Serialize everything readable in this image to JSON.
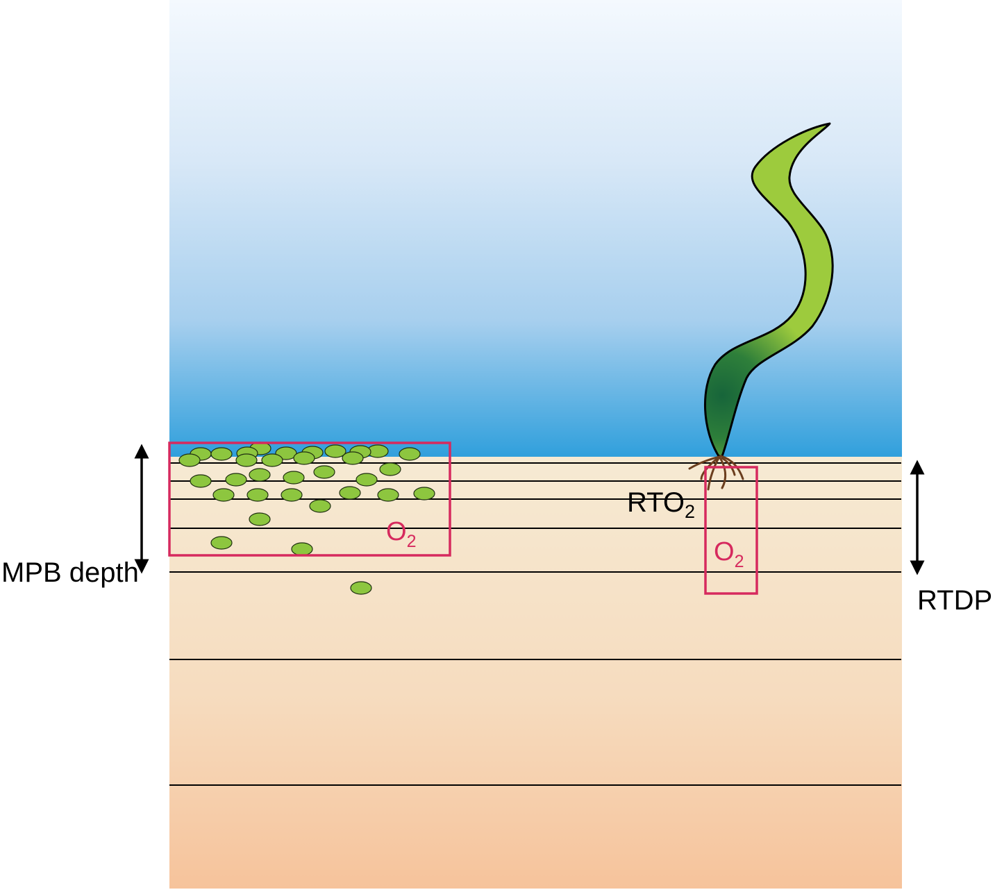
{
  "labels": {
    "mpb_depth": "MPB depth",
    "rtdp": "RTDP",
    "rto2_main": "RTO",
    "rto2_sub": "2",
    "o2_main": "O",
    "o2_sub": "2"
  },
  "colors": {
    "water_top": "#f4f9fe",
    "water_bottom": "#2f9fdc",
    "sediment_top": "#f6ead3",
    "sediment_bottom": "#f6c39b",
    "oxygen_box": "#d62a5e",
    "microalgae": "#8dc63f",
    "seagrass_light": "#9dcb3d",
    "seagrass_dark": "#17653a",
    "roots": "#6b3e1e",
    "layer_lines": "#000000"
  }
}
